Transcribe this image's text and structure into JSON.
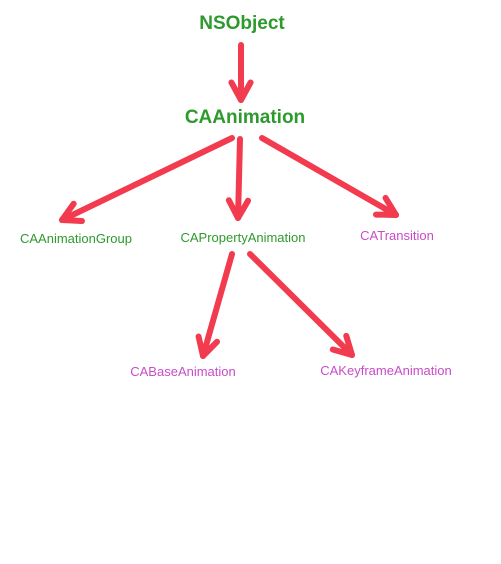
{
  "colors": {
    "arrow": "#f23b4e",
    "concrete_class": "#2e9a2e",
    "subclass_highlight": "#c94bc9"
  },
  "nodes": {
    "nsobject": "NSObject",
    "caanimation": "CAAnimation",
    "caanimation_group": "CAAnimationGroup",
    "caproperty_animation": "CAPropertyAnimation",
    "catransition": "CATransition",
    "cabase_animation": "CABaseAnimation",
    "cakeyframe_animation": "CAKeyframeAnimation"
  }
}
